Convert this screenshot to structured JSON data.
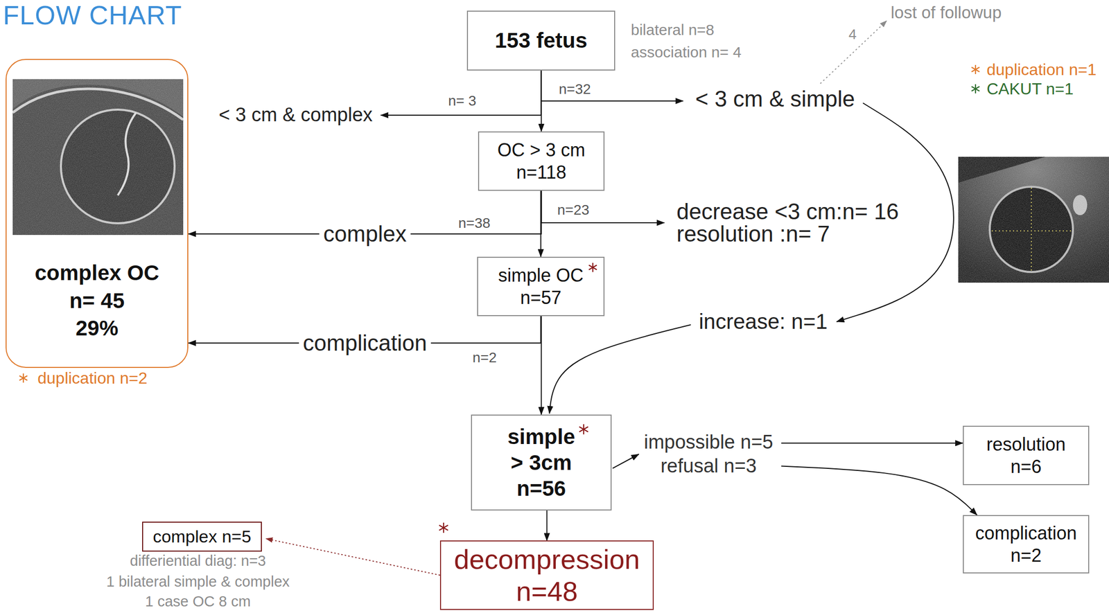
{
  "diagram": {
    "title": "FLOW CHART",
    "nodes": [
      {
        "text": [
          "153 fetus"
        ]
      },
      {
        "text": [
          "lost of followup"
        ]
      },
      {
        "text": [
          "< 3 cm & complex"
        ]
      },
      {
        "text": [
          "< 3 cm & simple"
        ]
      },
      {
        "text": [
          "complex OC",
          "n= 45",
          "29%"
        ]
      },
      {
        "text": [
          "OC > 3 cm",
          "n=118"
        ]
      },
      {
        "text": [
          "decrease <3 cm:n= 16",
          "resolution :n= 7"
        ]
      },
      {
        "text": [
          "simple OC",
          "n=57"
        ]
      },
      {
        "text": [
          "increase: n=1"
        ]
      },
      {
        "text": [
          "simple",
          "> 3cm",
          "n=56"
        ]
      },
      {
        "text": [
          "impossible n=5",
          "refusal n=3"
        ]
      },
      {
        "text": [
          "resolution",
          "n=6"
        ]
      },
      {
        "text": [
          "complication",
          "n=2"
        ]
      },
      {
        "text": [
          "complex n=5"
        ]
      },
      {
        "text": [
          "decompression",
          "n=48"
        ]
      }
    ],
    "edges": [
      {
        "from": 0,
        "to": 5,
        "arrow": "to"
      },
      {
        "from": 0,
        "to": 2,
        "label": "n= 3",
        "arrow": "to"
      },
      {
        "from": 0,
        "to": 3,
        "label": "n=32",
        "arrow": "to"
      },
      {
        "from": 3,
        "to": 1,
        "label": "4",
        "arrow": "to"
      },
      {
        "from": 5,
        "to": 7,
        "arrow": "to"
      },
      {
        "from": 5,
        "to": 4,
        "label": "complex",
        "arrow": "to"
      },
      {
        "from": 5,
        "to": 6,
        "label": "n=23",
        "arrow": "to"
      },
      {
        "from": 7,
        "to": 4,
        "label": "complication",
        "arrow": "to"
      },
      {
        "from": 7,
        "to": 9,
        "arrow": "to"
      },
      {
        "from": 3,
        "to": 8,
        "arrow": "to"
      },
      {
        "from": 8,
        "to": 9,
        "arrow": "to"
      },
      {
        "from": 9,
        "to": 10,
        "arrow": "to"
      },
      {
        "from": 10,
        "to": 11,
        "arrow": "to"
      },
      {
        "from": 10,
        "to": 12,
        "arrow": "to"
      },
      {
        "from": 9,
        "to": 14,
        "arrow": "to"
      },
      {
        "from": 14,
        "to": 13,
        "arrow": "to"
      }
    ],
    "labels": [
      "bilateral n=8",
      "association n= 4",
      "n=38",
      "n=2",
      "duplication n=1",
      "CAKUT n=1",
      "duplication n=2",
      "differiential diag: n=3",
      "1 bilateral simple & complex",
      "1 case OC 8 cm"
    ]
  }
}
